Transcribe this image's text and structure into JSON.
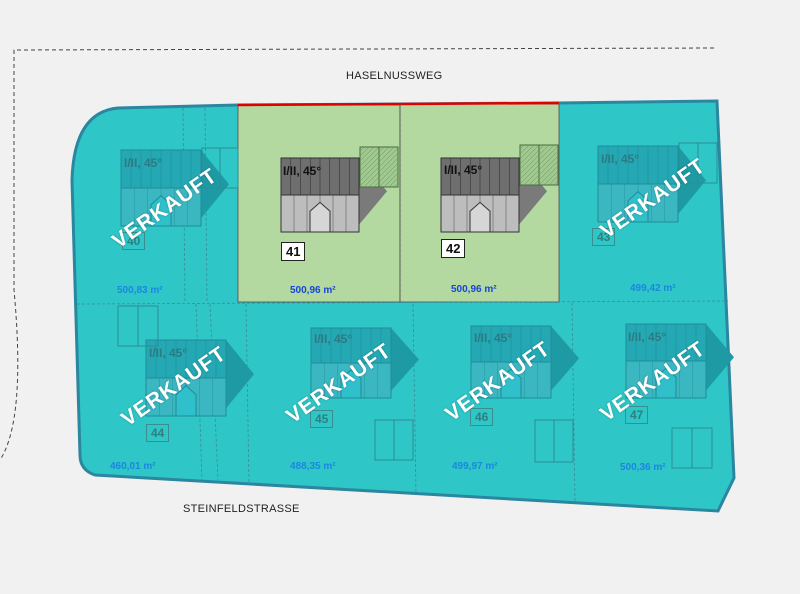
{
  "streets": {
    "north": "HASELNUSSWEG",
    "south": "STEINFELDSTRASSE"
  },
  "colors": {
    "sold_fill": "#2ec6c6",
    "available_fill": "#b3d8a0",
    "sold_outline": "#2b86a0",
    "road_frontage": "#e00000"
  },
  "sold_stamp_text": "VERKAUFT",
  "lots": [
    {
      "id": "40",
      "label": "40",
      "area": "500,83 m²",
      "roof": "I/II, 45°",
      "status": "sold"
    },
    {
      "id": "41",
      "label": "41",
      "area": "500,96 m²",
      "roof": "I/II, 45°",
      "status": "available"
    },
    {
      "id": "42",
      "label": "42",
      "area": "500,96 m²",
      "roof": "I/II, 45°",
      "status": "available"
    },
    {
      "id": "43",
      "label": "43",
      "area": "499,42 m²",
      "roof": "I/II, 45°",
      "status": "sold"
    },
    {
      "id": "44",
      "label": "44",
      "area": "460,01 m²",
      "roof": "I/II, 45°",
      "status": "sold"
    },
    {
      "id": "45",
      "label": "45",
      "area": "488,35 m²",
      "roof": "I/II, 45°",
      "status": "sold"
    },
    {
      "id": "46",
      "label": "46",
      "area": "499,97 m²",
      "roof": "I/II, 45°",
      "status": "sold"
    },
    {
      "id": "47",
      "label": "47",
      "area": "500,36 m²",
      "roof": "I/II, 45°",
      "status": "sold"
    }
  ]
}
